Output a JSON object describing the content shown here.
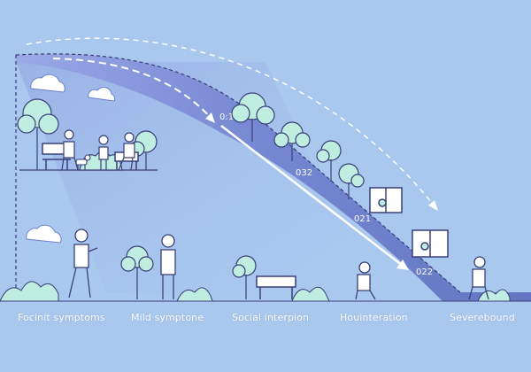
{
  "colors": {
    "background": "#a8c8ee",
    "curve_fill": "#6f7fcf",
    "foliage": "#bfeee0",
    "outline": "#3a3f7a",
    "arrow": "#ffffff"
  },
  "markers": [
    "0:1",
    "032",
    "021",
    "022"
  ],
  "stages": [
    "Focinit symptoms",
    "Mild symptone",
    "Social interpion",
    "Houinteration",
    "Severebound"
  ],
  "icons": [
    "cloud-icon",
    "tree-icon",
    "person-icon",
    "bench-icon",
    "window-icon",
    "dog-icon"
  ]
}
